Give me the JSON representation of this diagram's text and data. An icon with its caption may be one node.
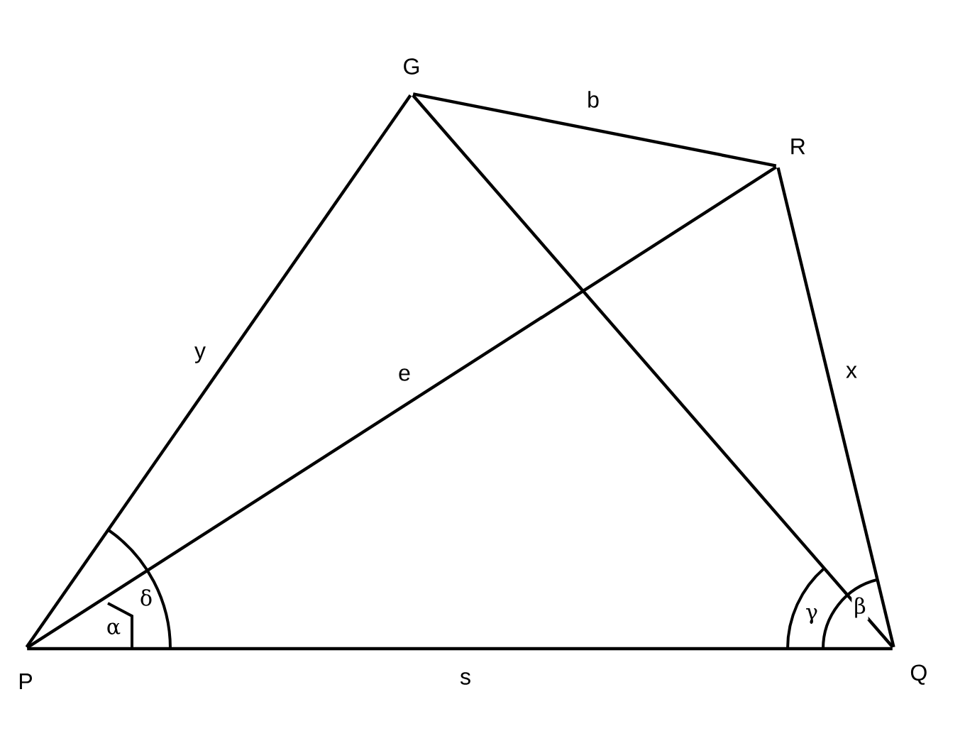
{
  "diagram": {
    "nodes": [
      {
        "text": [
          "P"
        ]
      },
      {
        "text": [
          "G"
        ]
      },
      {
        "text": [
          "R"
        ]
      },
      {
        "text": [
          "Q"
        ]
      }
    ],
    "edges": [
      {
        "from": 0,
        "to": 1,
        "arrow": "none",
        "label": "y"
      },
      {
        "from": 1,
        "to": 2,
        "arrow": "none",
        "label": "b"
      },
      {
        "from": 2,
        "to": 3,
        "arrow": "none",
        "label": "x"
      },
      {
        "from": 0,
        "to": 3,
        "arrow": "none",
        "label": "s"
      },
      {
        "from": 0,
        "to": 2,
        "arrow": "none",
        "label": "e"
      },
      {
        "from": 1,
        "to": 3,
        "arrow": "none"
      }
    ],
    "labels": [
      "δ",
      "α",
      "γ",
      "β"
    ]
  }
}
